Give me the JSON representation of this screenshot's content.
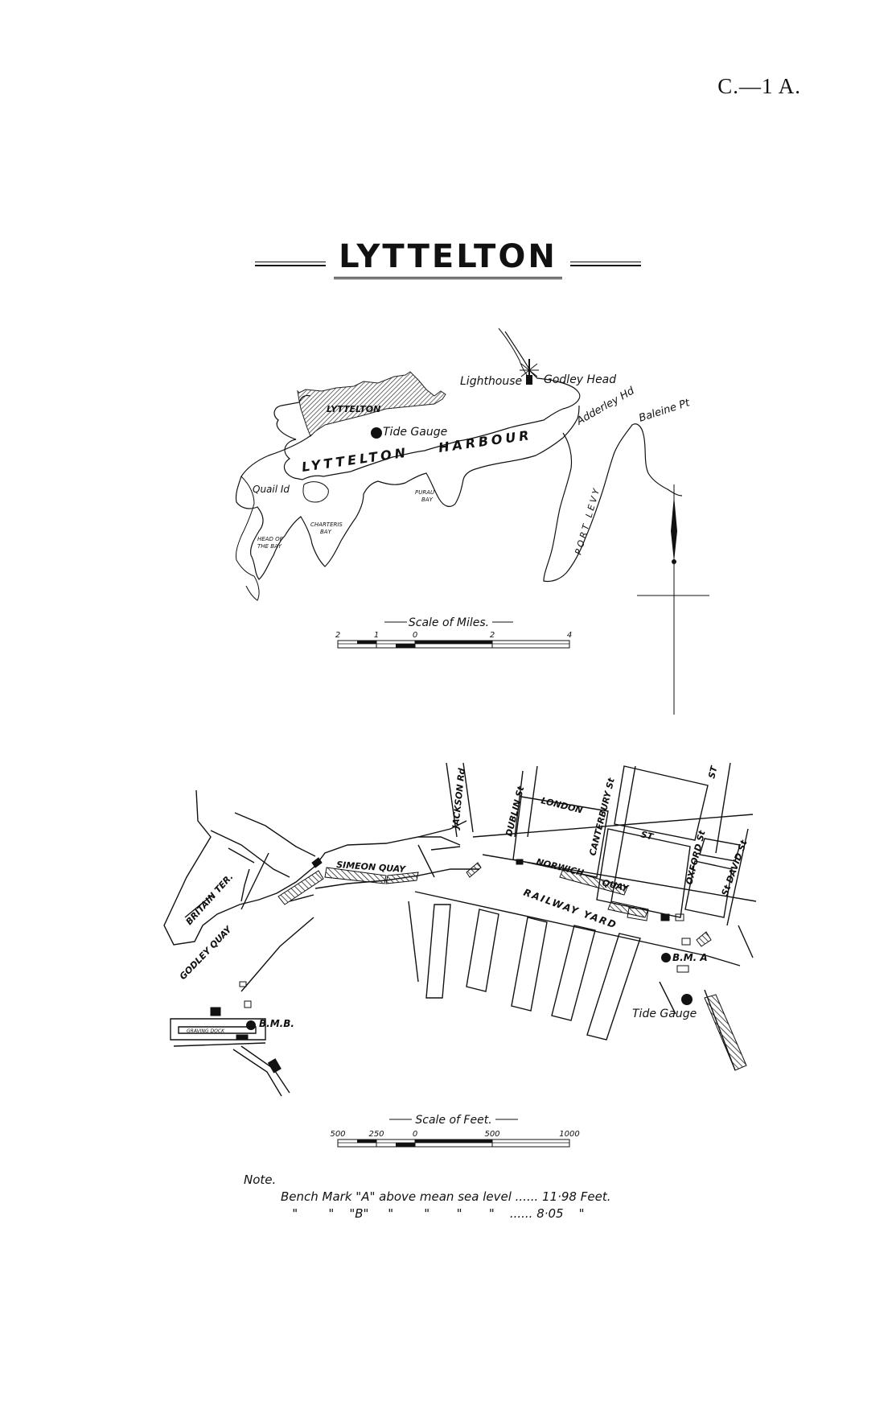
{
  "page_ref": "C.—1 A.",
  "title": "LYTTELTON",
  "harbour_map": {
    "labels": {
      "lighthouse": "Lighthouse",
      "godley_head": "Godley Head",
      "lyttelton_town": "LYTTELTON",
      "tide_gauge": "Tide Gauge",
      "lyttelton": "LYTTELTON",
      "harbour": "HARBOUR",
      "adderley_hd": "Adderley Hd",
      "baleine_pt": "Baleine Pt",
      "quail_id": "Quail Id",
      "purau_bay_1": "PURAU",
      "purau_bay_2": "BAY",
      "charteris_bay_1": "CHARTERIS",
      "charteris_bay_2": "BAY",
      "head_of_bay_1": "HEAD OF",
      "head_of_bay_2": "THE BAY",
      "port_levy": "PORT LEVY"
    },
    "scale": {
      "title": "Scale of Miles.",
      "ticks": [
        "2",
        "1",
        "0",
        "2",
        "4"
      ]
    }
  },
  "port_plan": {
    "labels": {
      "jackson_rd": "JACKSON Rd",
      "dublin_st": "DUBLIN St",
      "london_st_1": "LONDON",
      "london_st_2": "ST",
      "canterbury_st": "CANTERBURY St",
      "st_top": "ST",
      "oxford_st": "OXFORD St",
      "st_david_st": "St DAVID St",
      "norwich_quay_1": "NORWICH",
      "norwich_quay_2": "QUAY",
      "railway_yard": "RAILWAY YARD",
      "simeon_quay": "SIMEON QUAY",
      "britain_ter": "BRITAIN TER.",
      "godley_quay": "GODLEY QUAY",
      "graving_dock": "GRAVING DOCK",
      "bm_b": "B.M.B.",
      "bm_a": "B.M. A",
      "tide_gauge": "Tide Gauge"
    },
    "scale": {
      "title": "Scale of Feet.",
      "ticks": [
        "500",
        "250",
        "0",
        "500",
        "1000"
      ]
    }
  },
  "note": {
    "heading": "Note.",
    "rows": [
      "Bench Mark \"A\" above mean sea level ...... 11·98 Feet.",
      "   \"        \"    \"B\"     \"        \"       \"       \"    ...... 8·05    \""
    ]
  }
}
